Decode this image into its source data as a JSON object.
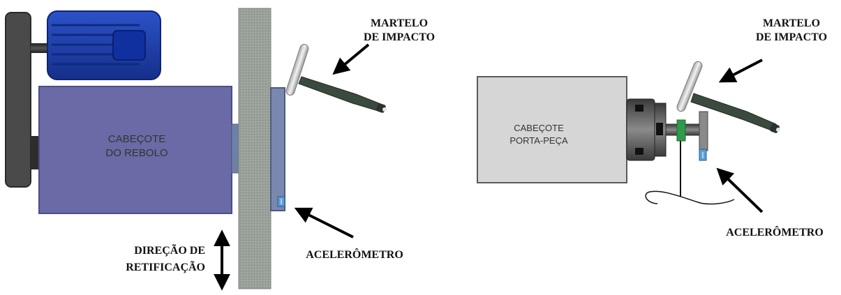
{
  "left": {
    "hammer_label": [
      "MARTELO",
      "DE IMPACTO"
    ],
    "head_label": [
      "CABEÇOTE",
      "DO REBOLO"
    ],
    "accel_label": "ACELERÔMETRO",
    "direction_label": [
      "DIREÇÃO DE",
      "RETIFICAÇÃO"
    ]
  },
  "right": {
    "hammer_label": [
      "MARTELO",
      "DE IMPACTO"
    ],
    "head_label": [
      "CABEÇOTE",
      "PORTA-PEÇA"
    ],
    "accel_label": "ACELERÔMETRO"
  },
  "colors": {
    "grinding_head": "#6a6aa6",
    "motor": "#1f3fa8",
    "wheel": "#9aa19a",
    "workhead": "#d6d6d6",
    "hammer_handle": "#3a4a3e",
    "accelerometer": "#5aa0d8"
  },
  "icons": [
    "electric-motor-icon",
    "pulley-icon",
    "grinding-wheel-icon",
    "impact-hammer-icon",
    "accelerometer-icon",
    "chuck-icon",
    "workpiece-icon",
    "double-arrow-icon"
  ]
}
